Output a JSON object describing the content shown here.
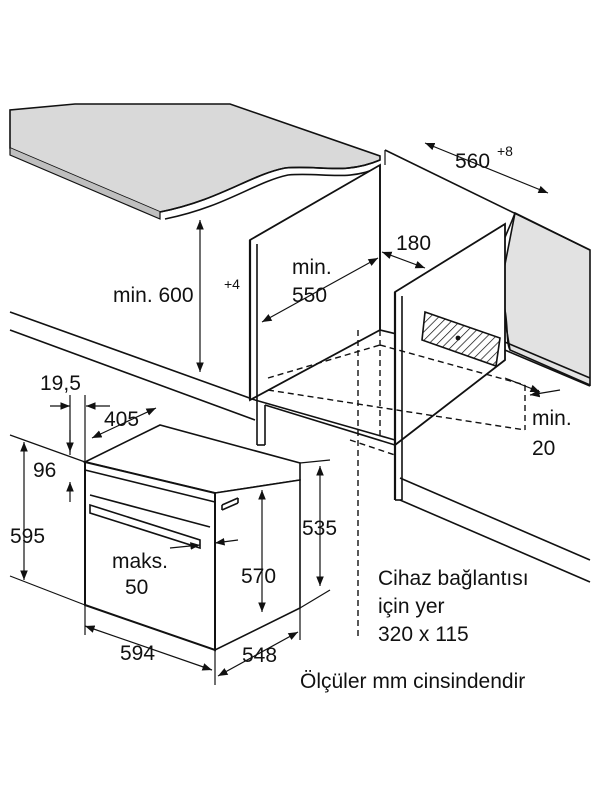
{
  "dimensions": {
    "niche_width": "560",
    "niche_width_tol": "+8",
    "ventilation_depth": "180",
    "cabinet_height": "min. 600",
    "cabinet_height_tol": "+4",
    "cabinet_depth_line1": "min.",
    "cabinet_depth_line2": "550",
    "gap_line1": "min.",
    "gap_line2": "20",
    "frame_thickness": "19,5",
    "top_depth": "405",
    "top_offset": "96",
    "oven_height": "595",
    "body_height": "535",
    "inner_height": "570",
    "handle_line1": "maks.",
    "handle_line2": "50",
    "oven_width": "594",
    "oven_depth": "548"
  },
  "notes": {
    "connection_line1": "Cihaz bağlantısı",
    "connection_line2": "için yer",
    "connection_line3": "320 x 115",
    "units": "Ölçüler mm cinsindendir"
  }
}
